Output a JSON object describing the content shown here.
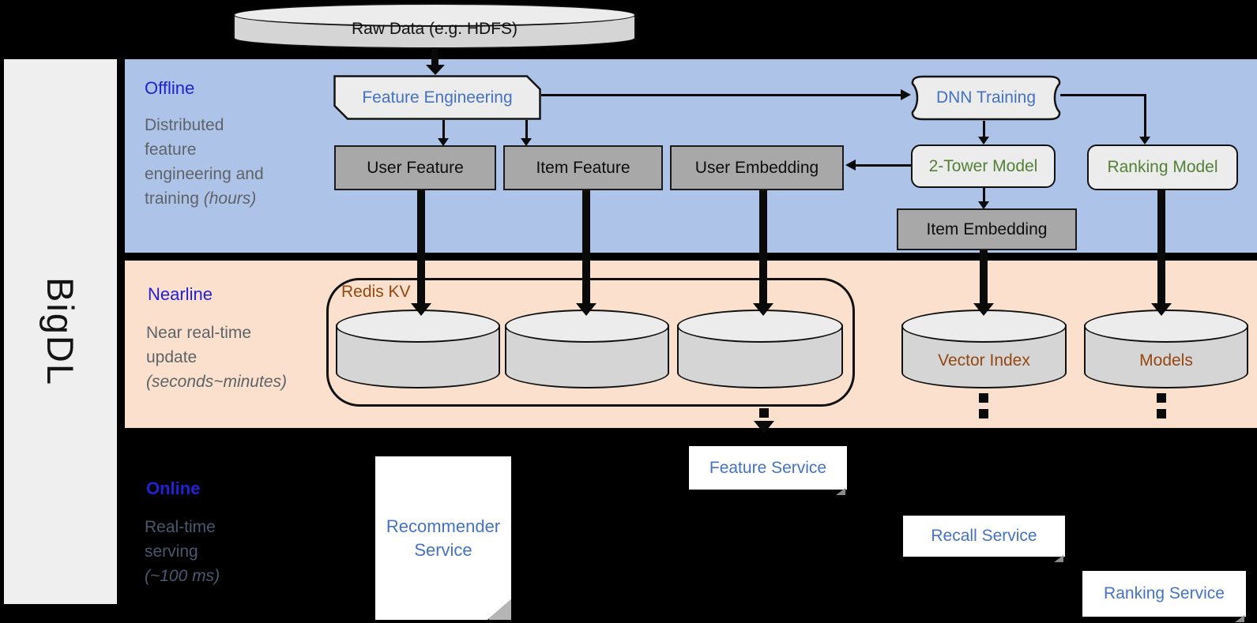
{
  "sidebar": {
    "label": "BigDL"
  },
  "raw_data": {
    "label": "Raw Data (e.g. HDFS)"
  },
  "bands": {
    "offline": {
      "title": "Offline",
      "lines": [
        "Distributed",
        "feature",
        "engineering and"
      ],
      "last_prefix": "training ",
      "note": "(hours)"
    },
    "nearline": {
      "title": "Nearline",
      "lines": [
        "Near real-time",
        "update"
      ],
      "last_prefix": "",
      "note": "(seconds~minutes)"
    },
    "online": {
      "title": "Online",
      "lines": [
        "Real-time",
        "serving"
      ],
      "last_prefix": "",
      "note": "(~100 ms)"
    }
  },
  "offline_nodes": {
    "feature_engineering": "Feature Engineering",
    "dnn_training": "DNN Training",
    "user_feature": "User Feature",
    "item_feature": "Item Feature",
    "user_embedding": "User Embedding",
    "two_tower_model": "2-Tower Model",
    "ranking_model": "Ranking Model",
    "item_embedding": "Item Embedding"
  },
  "nearline_nodes": {
    "redis_kv": "Redis KV",
    "vector_index": "Vector Index",
    "models": "Models"
  },
  "online_nodes": {
    "recommender_service": "Recommender Service",
    "feature_service": "Feature Service",
    "recall_service": "Recall Service",
    "ranking_service": "Ranking Service"
  },
  "colors": {
    "background": "#000000",
    "offline_band": "#aec3e8",
    "nearline_band": "#fbe1cd",
    "sidebar": "#efefef",
    "band_title_blue": "#2121d6",
    "node_text_blue": "#4472c4",
    "node_text_green": "#538135",
    "node_text_brown": "#944710",
    "gray_box_fill": "#a8a8a8",
    "light_box_fill": "#ececec",
    "cylinder_fill": "#d5d5d5"
  }
}
